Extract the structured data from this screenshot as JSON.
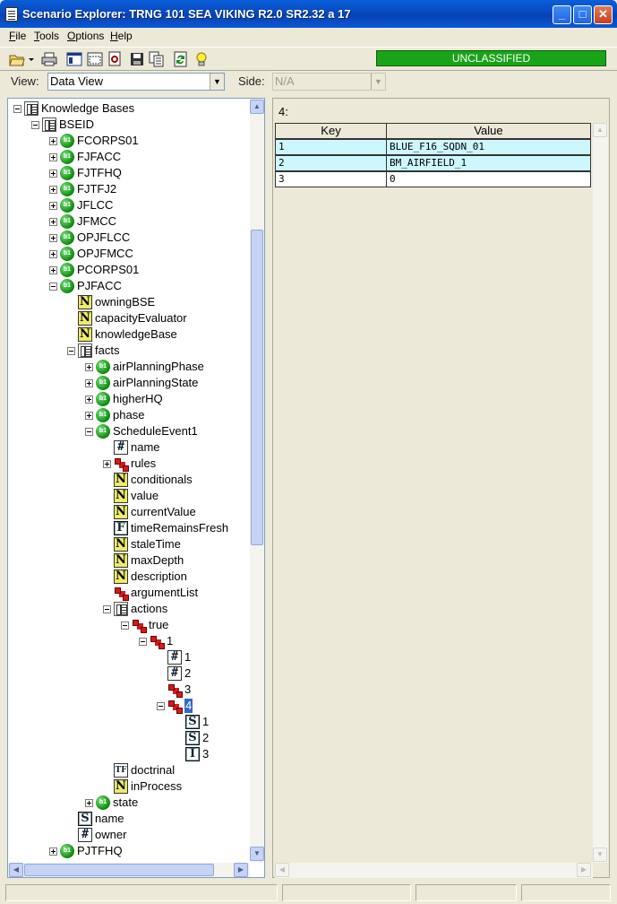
{
  "window": {
    "title": "Scenario Explorer: TRNG 101 SEA VIKING R2.0 SR2.32 a 17"
  },
  "menu": [
    {
      "pre": "",
      "u": "F",
      "post": "ile"
    },
    {
      "pre": "",
      "u": "T",
      "post": "ools"
    },
    {
      "pre": "",
      "u": "O",
      "post": "ptions"
    },
    {
      "pre": "",
      "u": "H",
      "post": "elp"
    }
  ],
  "classification": {
    "label": "UNCLASSIFIED",
    "color": "#18a418"
  },
  "view": {
    "label": "View:",
    "value": "Data View"
  },
  "side": {
    "label": "Side:",
    "value": "N/A"
  },
  "tree": [
    {
      "depth": 0,
      "exp": "minus",
      "icon": "kb",
      "label": "Knowledge Bases"
    },
    {
      "depth": 1,
      "exp": "minus",
      "icon": "kb",
      "label": "BSEID"
    },
    {
      "depth": 2,
      "exp": "plus",
      "icon": "g",
      "label": "FCORPS01"
    },
    {
      "depth": 2,
      "exp": "plus",
      "icon": "g",
      "label": "FJFACC"
    },
    {
      "depth": 2,
      "exp": "plus",
      "icon": "g",
      "label": "FJTFHQ"
    },
    {
      "depth": 2,
      "exp": "plus",
      "icon": "g",
      "label": "FJTFJ2"
    },
    {
      "depth": 2,
      "exp": "plus",
      "icon": "g",
      "label": "JFLCC"
    },
    {
      "depth": 2,
      "exp": "plus",
      "icon": "g",
      "label": "JFMCC"
    },
    {
      "depth": 2,
      "exp": "plus",
      "icon": "g",
      "label": "OPJFLCC"
    },
    {
      "depth": 2,
      "exp": "plus",
      "icon": "g",
      "label": "OPJFMCC"
    },
    {
      "depth": 2,
      "exp": "plus",
      "icon": "g",
      "label": "PCORPS01"
    },
    {
      "depth": 2,
      "exp": "minus",
      "icon": "g",
      "label": "PJFACC"
    },
    {
      "depth": 3,
      "exp": "",
      "icon": "n",
      "label": "owningBSE"
    },
    {
      "depth": 3,
      "exp": "",
      "icon": "n",
      "label": "capacityEvaluator"
    },
    {
      "depth": 3,
      "exp": "",
      "icon": "n",
      "label": "knowledgeBase"
    },
    {
      "depth": 3,
      "exp": "minus",
      "icon": "kb",
      "label": "facts"
    },
    {
      "depth": 4,
      "exp": "plus",
      "icon": "g",
      "label": "airPlanningPhase"
    },
    {
      "depth": 4,
      "exp": "plus",
      "icon": "g",
      "label": "airPlanningState"
    },
    {
      "depth": 4,
      "exp": "plus",
      "icon": "g",
      "label": "higherHQ"
    },
    {
      "depth": 4,
      "exp": "plus",
      "icon": "g",
      "label": "phase"
    },
    {
      "depth": 4,
      "exp": "minus",
      "icon": "g",
      "label": "ScheduleEvent1"
    },
    {
      "depth": 5,
      "exp": "",
      "icon": "hash",
      "label": "name"
    },
    {
      "depth": 5,
      "exp": "plus",
      "icon": "list",
      "label": "rules"
    },
    {
      "depth": 5,
      "exp": "",
      "icon": "n",
      "label": "conditionals"
    },
    {
      "depth": 5,
      "exp": "",
      "icon": "n",
      "label": "value"
    },
    {
      "depth": 5,
      "exp": "",
      "icon": "n",
      "label": "currentValue"
    },
    {
      "depth": 5,
      "exp": "",
      "icon": "f",
      "label": "timeRemainsFresh"
    },
    {
      "depth": 5,
      "exp": "",
      "icon": "n",
      "label": "staleTime"
    },
    {
      "depth": 5,
      "exp": "",
      "icon": "n",
      "label": "maxDepth"
    },
    {
      "depth": 5,
      "exp": "",
      "icon": "n",
      "label": "description"
    },
    {
      "depth": 5,
      "exp": "",
      "icon": "list",
      "label": "argumentList"
    },
    {
      "depth": 5,
      "exp": "minus",
      "icon": "kb",
      "label": "actions"
    },
    {
      "depth": 6,
      "exp": "minus",
      "icon": "list",
      "label": "true"
    },
    {
      "depth": 7,
      "exp": "minus",
      "icon": "list",
      "label": "1"
    },
    {
      "depth": 8,
      "exp": "",
      "icon": "hash",
      "label": "1"
    },
    {
      "depth": 8,
      "exp": "",
      "icon": "hash",
      "label": "2"
    },
    {
      "depth": 8,
      "exp": "",
      "icon": "list",
      "label": "3"
    },
    {
      "depth": 8,
      "exp": "minus",
      "icon": "list",
      "label": "4",
      "selected": true
    },
    {
      "depth": 9,
      "exp": "",
      "icon": "s",
      "label": "1"
    },
    {
      "depth": 9,
      "exp": "",
      "icon": "s",
      "label": "2"
    },
    {
      "depth": 9,
      "exp": "",
      "icon": "i",
      "label": "3"
    },
    {
      "depth": 5,
      "exp": "",
      "icon": "tf",
      "label": "doctrinal"
    },
    {
      "depth": 5,
      "exp": "",
      "icon": "n",
      "label": "inProcess"
    },
    {
      "depth": 4,
      "exp": "plus",
      "icon": "g",
      "label": "state"
    },
    {
      "depth": 3,
      "exp": "",
      "icon": "s",
      "label": "name"
    },
    {
      "depth": 3,
      "exp": "",
      "icon": "hash",
      "label": "owner"
    },
    {
      "depth": 2,
      "exp": "plus",
      "icon": "g",
      "label": "PJTFHQ"
    }
  ],
  "detail": {
    "label": "4:",
    "columns": [
      "Key",
      "Value"
    ],
    "rows": [
      {
        "key": "1",
        "value": "BLUE_F16_SQDN_01",
        "highlight": true
      },
      {
        "key": "2",
        "value": "BM_AIRFIELD_1",
        "highlight": true
      },
      {
        "key": "3",
        "value": "0",
        "highlight": false
      }
    ]
  }
}
